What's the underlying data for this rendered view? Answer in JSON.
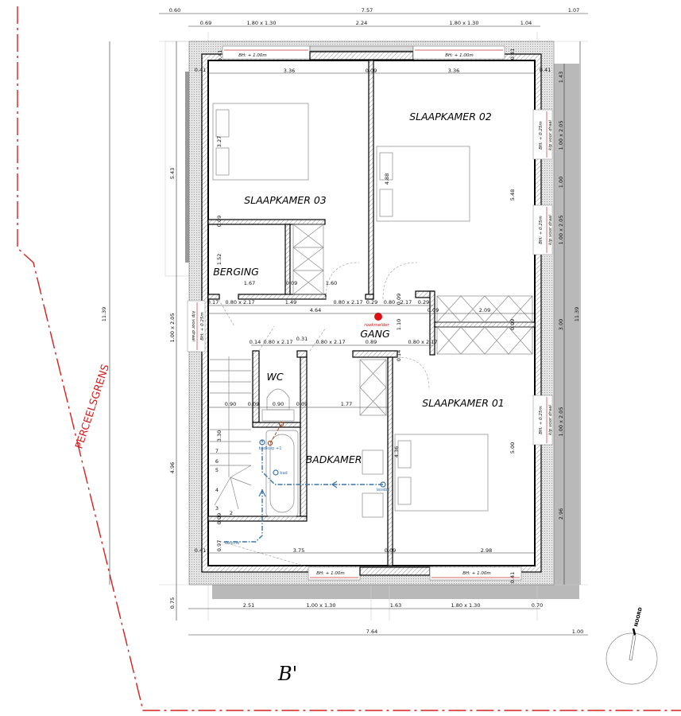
{
  "rooms": {
    "slaapkamer_01": "SLAAPKAMER 01",
    "slaapkamer_02": "SLAAPKAMER 02",
    "slaapkamer_03": "SLAAPKAMER 03",
    "berging": "BERGING",
    "gang": "GANG",
    "wc": "WC",
    "badkamer": "BADKAMER"
  },
  "annotations": {
    "rookmelder": "rookmelder",
    "perceelsgrens": "PERCEELSGRENS",
    "section_marker": "B'",
    "north": "NOORD",
    "window_sill": "BH: + 1.00m",
    "door_sill": "BH: + 0.25m",
    "kip_voor_draai": "kip voor draai",
    "badkuip": "badkuip +1",
    "bad": "bad",
    "lavabo": "lavabo",
    "douche": "douche"
  },
  "colors": {
    "smoke_detector": "#e01010",
    "property_line": "#d42020",
    "plumbing": "#3a74a8",
    "window_glass": "#e39a9a"
  },
  "dimensions": {
    "top_outer": [
      "0.60",
      "7.57",
      "1.07"
    ],
    "top_inner": [
      "0.69",
      "1.80 x 1.30",
      "2.24",
      "1.80 x 1.30",
      "1.04"
    ],
    "top_room": [
      "0.41",
      "3.36",
      "0.09",
      "3.36",
      "0.41",
      "0.41",
      "0.41"
    ],
    "left": [
      "5.43",
      "11.39",
      "1.00 x 2.05",
      "4.96",
      "0.75"
    ],
    "right": [
      "1.43",
      "1.00 x 2.05",
      "1.00",
      "1.00 x 2.05",
      "3.00",
      "11.39",
      "1.00 x 2.05",
      "2.96"
    ],
    "bedroom3": [
      "3.27",
      "0.09",
      "1.52",
      "1.67",
      "0.09",
      "1.60"
    ],
    "bedroom2": [
      "4.88",
      "5.48"
    ],
    "corridor_top": [
      "0.17",
      "0.80 x 2.17",
      "1.49",
      "0.80 x 2.17",
      "0.29",
      "0.80",
      "2.17",
      "0.29",
      "0.09"
    ],
    "corridor_mid": [
      "4.64",
      "0.09",
      "2.09",
      "1.10",
      "0.09"
    ],
    "corridor_bottom": [
      "0.14",
      "0.80 x 2.17",
      "0.31",
      "0.80 x 2.17",
      "0.89",
      "0.80 x 2.17",
      "0.14"
    ],
    "wc_row": [
      "0.90",
      "0.09",
      "0.90",
      "0.09",
      "1.77"
    ],
    "stairs": [
      "3.30",
      "7",
      "6",
      "5",
      "4",
      "3",
      "2"
    ],
    "bath": [
      "4.36",
      "5.00",
      "0.09",
      "0.97"
    ],
    "bottom_room": [
      "0.41",
      "3.75",
      "0.09",
      "2.98",
      "0.41"
    ],
    "bottom_inner": [
      "2.51",
      "1.00 x 1.30",
      "1.63",
      "1.80 x 1.30",
      "0.70"
    ],
    "bottom_outer": [
      "7.64",
      "1.00"
    ]
  }
}
